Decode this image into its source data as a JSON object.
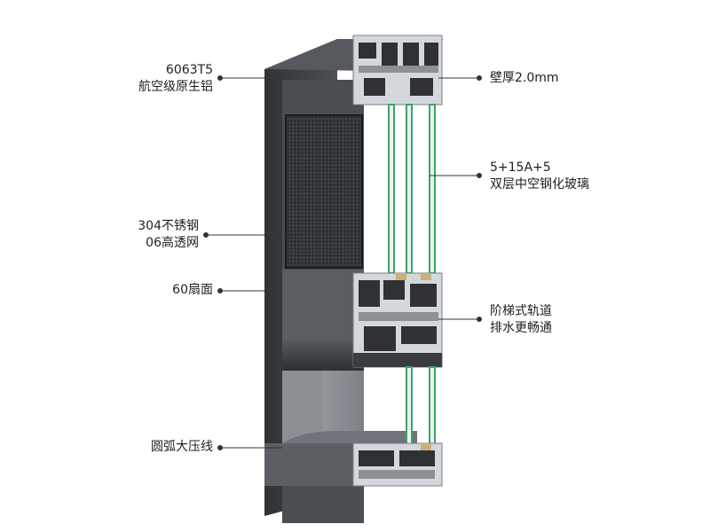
{
  "colors": {
    "frame_dark": "#3a3c3f",
    "frame_mid": "#4a4d51",
    "frame_light": "#6b6f74",
    "glass_green": "#3fa36a",
    "mesh": "#2a2c2e",
    "section_cut": "#c9ccd0",
    "callout_line": "#333333"
  },
  "callouts": {
    "alloy": {
      "line1": "6063T5",
      "line2": "航空级原生铝"
    },
    "wall_thickness": {
      "line1": "壁厚2.0mm"
    },
    "glass": {
      "line1": "5+15A+5",
      "line2": "双层中空钢化玻璃"
    },
    "screen": {
      "line1": "304不锈钢",
      "line2": "06高透网"
    },
    "sash": {
      "line1": "60扇面"
    },
    "track": {
      "line1": "阶梯式轨道",
      "line2": "排水更畅通"
    },
    "bead": {
      "line1": "圆弧大压线"
    }
  }
}
